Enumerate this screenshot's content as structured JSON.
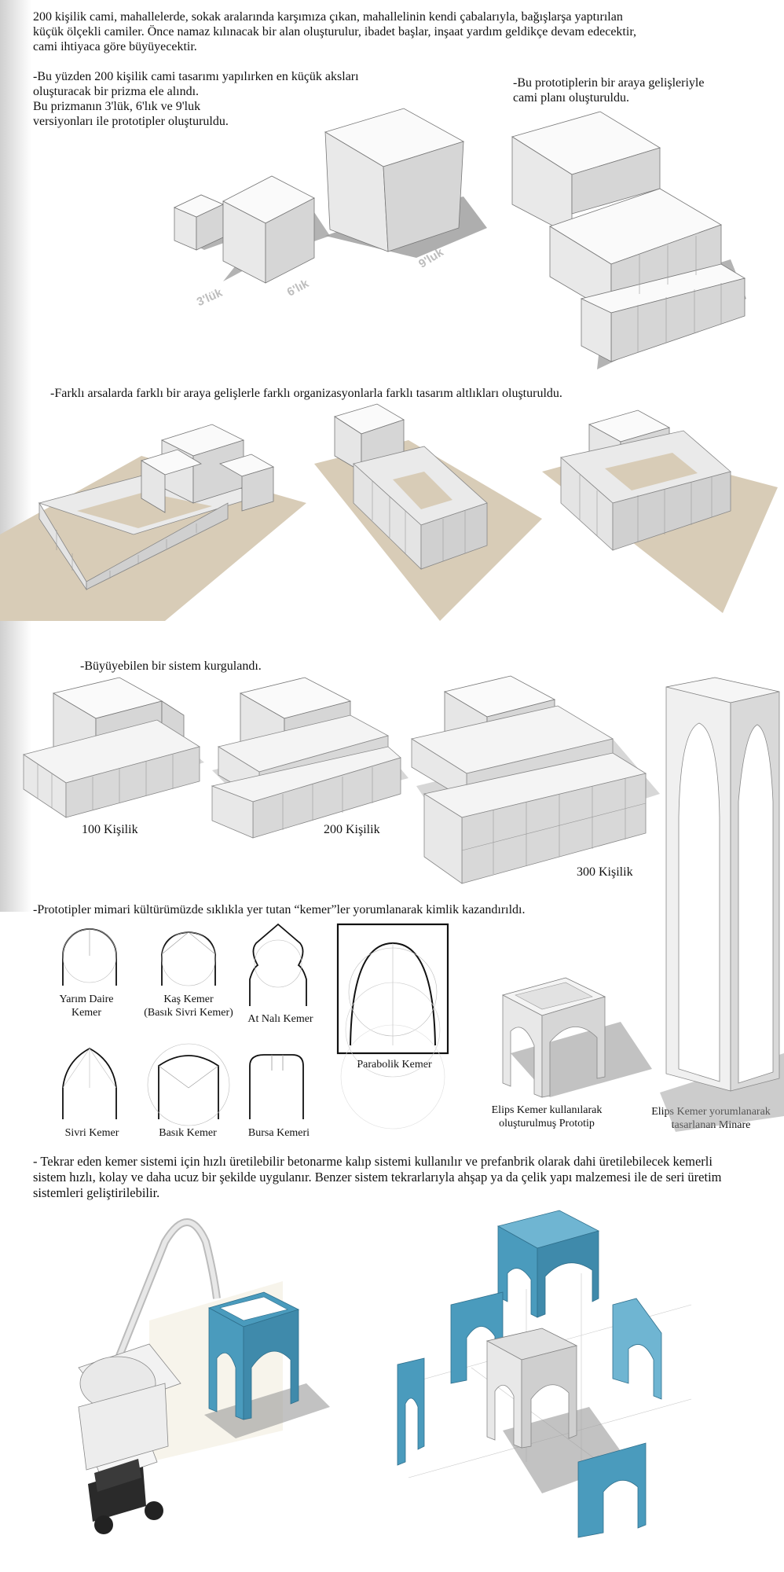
{
  "intro": {
    "line1": "200 kişilik cami, mahallelerde, sokak aralarında karşımıza çıkan, mahallelinin kendi çabalarıyla, bağışlarşa yaptırılan",
    "line2": "küçük ölçekli camiler. Önce namaz kılınacak bir alan oluşturulur, ibadet başlar, inşaat yardım geldikçe devam edecektir,",
    "line3": "cami ihtiyaca göre büyüyecektir."
  },
  "prism": {
    "line1": "-Bu yüzden 200 kişilik cami tasarımı yapılırken en küçük aksları",
    "line2": "oluşturacak bir prizma ele alındı.",
    "line3": "Bu prizmanın 3'lük, 6'lık ve 9'luk",
    "line4": "versiyonları ile prototipler oluşturuldu.",
    "labels": [
      "3'lük",
      "6'lık",
      "9'luk"
    ]
  },
  "combine": {
    "line1": "-Bu prototiplerin bir araya gelişleriyle",
    "line2": "cami planı oluşturuldu."
  },
  "sites": {
    "text": "-Farklı arsalarda farklı bir araya gelişlerle farklı organizasyonlarla farklı tasarım altlıkları oluşturuldu."
  },
  "growth": {
    "text": "-Büyüyebilen bir sistem kurgulandı.",
    "labels": [
      "100 Kişilik",
      "200 Kişilik",
      "300 Kişilik"
    ]
  },
  "arches": {
    "text": "-Prototipler mimari kültürümüzde sıklıkla yer tutan “kemer”ler yorumlanarak kimlik kazandırıldı.",
    "yarim": [
      "Yarım Daire",
      "Kemer"
    ],
    "kas": [
      "Kaş Kemer",
      "(Basık Sivri Kemer)"
    ],
    "atnali": "At Nalı Kemer",
    "parabolik": "Parabolik Kemer",
    "sivri": "Sivri Kemer",
    "basik": "Basık Kemer",
    "bursa": "Bursa Kemeri",
    "elips_proto": [
      "Elips Kemer kullanılarak",
      "oluşturulmuş Prototip"
    ],
    "elips_minare": [
      "Elips Kemer yorumlanarak",
      "tasarlanan Minare"
    ]
  },
  "prefab": {
    "line1": "- Tekrar eden kemer sistemi için hızlı üretilebilir betonarme kalıp sistemi kullanılır ve prefanbrik olarak dahi üretilebilecek kemerli",
    "line2": "sistem hızlı, kolay ve daha ucuz bir şekilde uygulanır. Benzer sistem tekrarlarıyla ahşap ya da çelik yapı malzemesi ile de seri üretim",
    "line3": "sistemleri geliştirilebilir."
  },
  "colors": {
    "ground": "#d8ccb7",
    "formwork": "#4a9bbd",
    "block": "#f2f2f2",
    "shadow": "#9a9a9a"
  }
}
